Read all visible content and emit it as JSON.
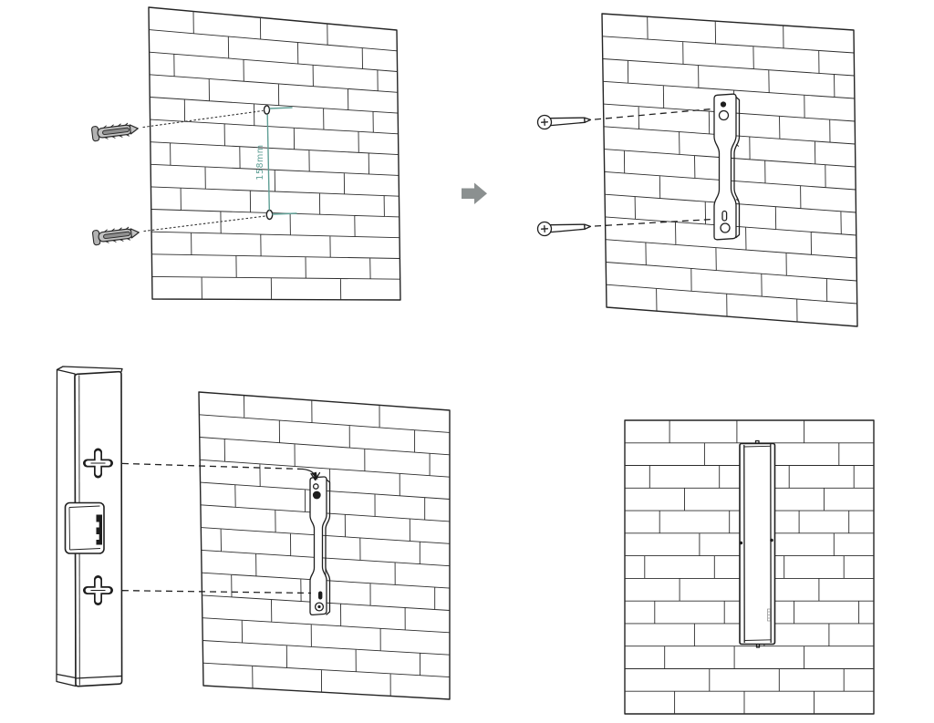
{
  "diagram": {
    "dimension_label": "158mm"
  },
  "palette": {
    "line_color": "#1f1f1f",
    "teal_accent": "#5f9f95",
    "arrow_gray": "#8b9090",
    "anchor_fill": "#c2c2c2"
  },
  "icons": {
    "next_step_arrow": "arrow-right",
    "wall_anchor": "wall-anchor",
    "mounting_screw": "phillips-screw",
    "mounting_bracket": "keyhole-bracket",
    "device": "wall-device"
  }
}
